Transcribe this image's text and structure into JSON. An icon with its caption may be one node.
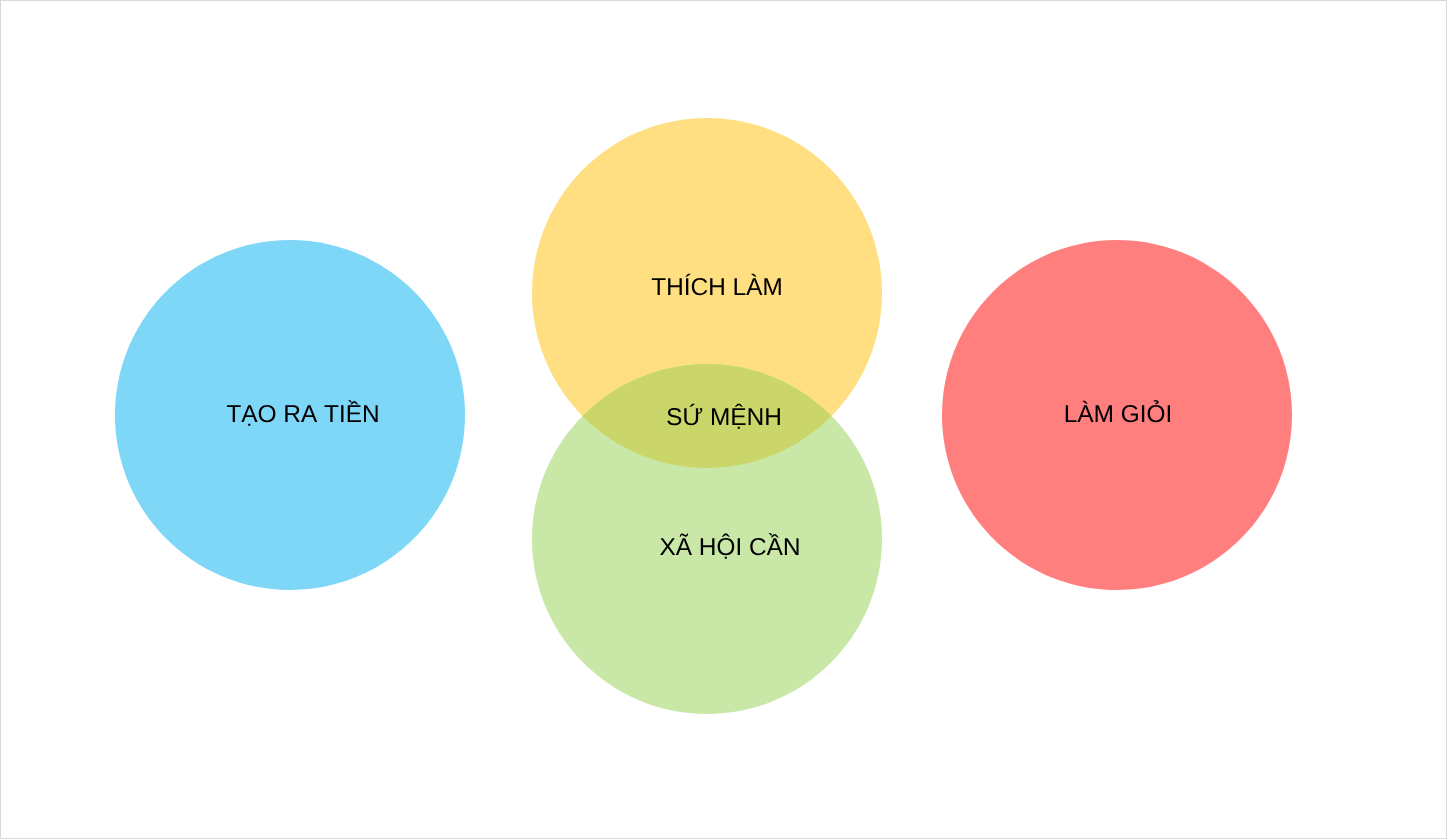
{
  "diagram": {
    "nodes": [
      {
        "text": [
          "TẠO RA TIỀN"
        ]
      },
      {
        "text": [
          "THÍCH LÀM"
        ]
      },
      {
        "text": [
          "SỨ MỆNH"
        ]
      },
      {
        "text": [
          "XÃ HỘI CẦN"
        ]
      },
      {
        "text": [
          "LÀM GIỎI"
        ]
      }
    ]
  }
}
